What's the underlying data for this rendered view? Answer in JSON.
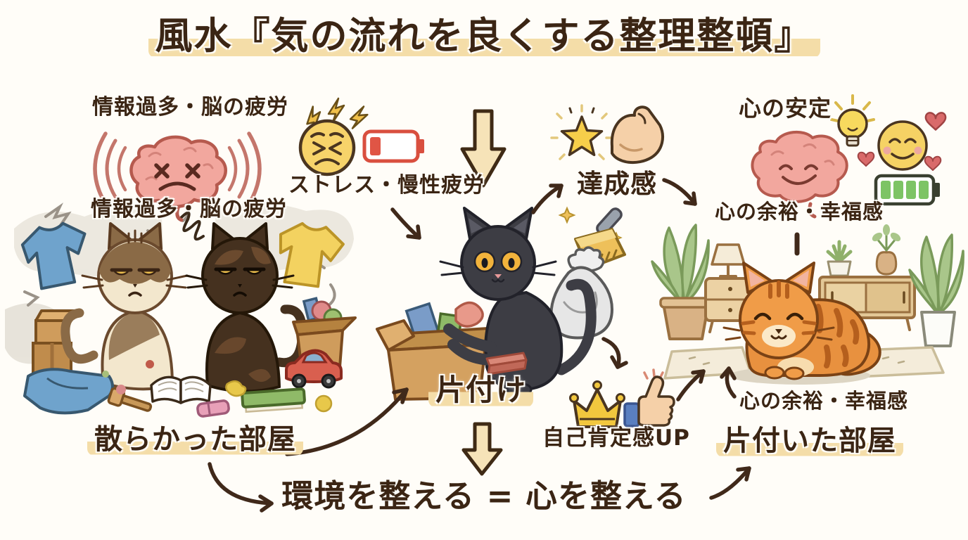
{
  "title": {
    "text": "風水『気の流れを良くする整理整頓』"
  },
  "left": {
    "overload_top": "情報過多・脳の疲労",
    "overload_inner": "情報過多・脳の疲労",
    "stress": "ストレス・慢性疲労",
    "room": "散らかった部屋"
  },
  "center": {
    "tidy": "片付け"
  },
  "right": {
    "achievement": "達成感",
    "self_esteem": "自己肯定感UP",
    "stability": "心の安定",
    "wellbeing_1": "心の余裕・幸福感",
    "wellbeing_2": "心の余裕・幸福感",
    "room": "片付いた部屋"
  },
  "footer": {
    "message": "環境を整える = 心を整える"
  },
  "colors": {
    "background": "#fffdf8",
    "text_brown": "#3b2514",
    "highlight_yellow": "#f4dda8",
    "arrow_cream": "#f6e3b8",
    "brain_pink": "#f2a79e",
    "face_yellow": "#f5d264",
    "battery_red": "#d94f3f",
    "battery_green": "#7dc465",
    "star_gold": "#f7ce4a",
    "black_cat_gray": "#3d3d44",
    "orange_cat": "#e8913f",
    "wood_tan": "#e3c897",
    "plant_green": "#a9c68a"
  },
  "icons": [
    "sound-waves-icon",
    "overloaded-brain-icon",
    "lightning-icon",
    "stressed-face-icon",
    "low-battery-icon",
    "down-arrow-icon",
    "star-icon",
    "bicep-icon",
    "lightbulb-icon",
    "happy-brain-icon",
    "smiley-face-icon",
    "heart-icon",
    "full-battery-icon",
    "sad-cat-icon",
    "tortoiseshell-cat-icon",
    "black-cat-icon",
    "orange-cat-icon",
    "cardboard-box-icon",
    "trash-bag-icon",
    "dustpan-icon",
    "sparkle-icon",
    "crown-icon",
    "thumbs-up-icon",
    "tshirt-icon",
    "open-book-icon",
    "toy-car-icon",
    "plant-icon",
    "nightstand-icon",
    "lamp-icon",
    "sideboard-icon",
    "rug-icon",
    "curved-arrow-icon"
  ]
}
